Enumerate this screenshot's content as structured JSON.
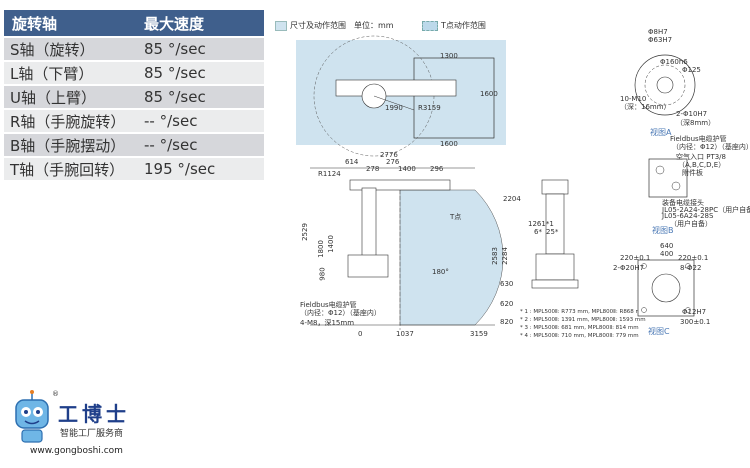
{
  "spec_table": {
    "header": {
      "axis": "旋转轴",
      "speed": "最大速度"
    },
    "rows": [
      {
        "axis": "S轴（旋转）",
        "speed": "85 °/sec"
      },
      {
        "axis": "L轴（下臂）",
        "speed": "85 °/sec"
      },
      {
        "axis": "U轴（上臂）",
        "speed": "85 °/sec"
      },
      {
        "axis": "R轴（手腕旋转）",
        "speed": "-- °/sec"
      },
      {
        "axis": "B轴（手腕摆动）",
        "speed": "-- °/sec"
      },
      {
        "axis": "T轴（手腕回转）",
        "speed": "195 °/sec"
      }
    ]
  },
  "legend": {
    "range_label": "尺寸及动作范围",
    "unit_label": "单位：mm",
    "t_point_label": "T点动作范围",
    "range_color": "#cfe3ef"
  },
  "top_view": {
    "d1300": "1300",
    "d1600": "1600",
    "d1600b": "1600",
    "r3159": "R3159",
    "d1990": "1990"
  },
  "side_view": {
    "top_dims": [
      "2776",
      "614",
      "1400",
      "296",
      "278",
      "276",
      "R1124"
    ],
    "left_dims": [
      "2529",
      "2204",
      "1800",
      "980",
      "1400"
    ],
    "right_dims": [
      "2583",
      "2284",
      "630",
      "620",
      "820"
    ],
    "bottom_dims": [
      "0",
      "1037",
      "3159"
    ],
    "angle_label": "180°",
    "t_point": "T点",
    "fieldbus": "Fieldbus电缆护管",
    "fieldbus_sub": "（内径：Φ12）（基座内）",
    "mount": "4-M8，深15mm"
  },
  "front_view": {
    "d1": "1261*1",
    "d2": "6*",
    "d3": "25*"
  },
  "notes": [
    "* 1 : MPL500Ⅱ: R773 mm,  MPL800Ⅱ: R868 mm",
    "* 2 : MPL500Ⅱ: 1391 mm,  MPL800Ⅱ: 1593 mm",
    "* 3 : MPL500Ⅱ:  681 mm,  MPL800Ⅱ:  814 mm",
    "* 4 : MPL500Ⅱ:  710 mm,  MPL800Ⅱ:  779 mm"
  ],
  "view_a": {
    "title": "视图A",
    "labels": [
      "Φ8H7",
      "Φ63H7",
      "Φ160h6",
      "Φ125",
      "10-M10",
      "（深：16mm）",
      "2-Φ10H7",
      "（深8mm）"
    ]
  },
  "view_b": {
    "title": "视图B",
    "labels": [
      "Fieldbus电缆护管",
      "（内径：Φ12）（基座内）",
      "空气入口 PT3/8",
      "（A,B,C,D,E）",
      "附件板",
      "装备电缆接头",
      "JL05-2A24-28PC（用户自备）",
      "JL05-6A24-28S",
      "（用户自备）"
    ]
  },
  "view_c": {
    "title": "视图C",
    "labels": [
      "640",
      "400",
      "220±0.1",
      "220±0.1",
      "2-Φ20H7",
      "8-Φ22",
      "Φ12H7",
      "300±0.1"
    ]
  },
  "brand": {
    "name": "工博士",
    "subtitle": "智能工厂服务商",
    "url": "www.gongboshi.com",
    "trademark": "®"
  }
}
